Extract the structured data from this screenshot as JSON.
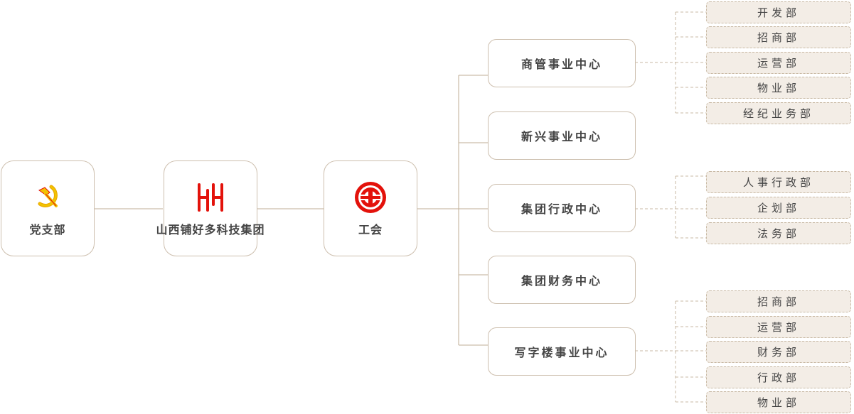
{
  "colors": {
    "line": "#bfae96",
    "dashed": "#c8b9a4",
    "dept_bg": "#f3ede6",
    "border": "#cdbfae",
    "emblem_red": "#e3120b",
    "emblem_gold": "#f2c300"
  },
  "top_nodes": [
    {
      "label": "党支部",
      "icon": "party-emblem-icon"
    },
    {
      "label": "山西铺好多科技集团",
      "icon": "hh-logo-icon"
    },
    {
      "label": "工会",
      "icon": "trade-union-emblem-icon"
    }
  ],
  "centers": [
    {
      "label": "商管事业中心",
      "departments": [
        "开发部",
        "招商部",
        "运营部",
        "物业部",
        "经纪业务部"
      ]
    },
    {
      "label": "新兴事业中心",
      "departments": []
    },
    {
      "label": "集团行政中心",
      "departments": [
        "人事行政部",
        "企划部",
        "法务部"
      ]
    },
    {
      "label": "集团财务中心",
      "departments": []
    },
    {
      "label": "写字楼事业中心",
      "departments": [
        "招商部",
        "运营部",
        "财务部",
        "行政部",
        "物业部"
      ]
    }
  ]
}
